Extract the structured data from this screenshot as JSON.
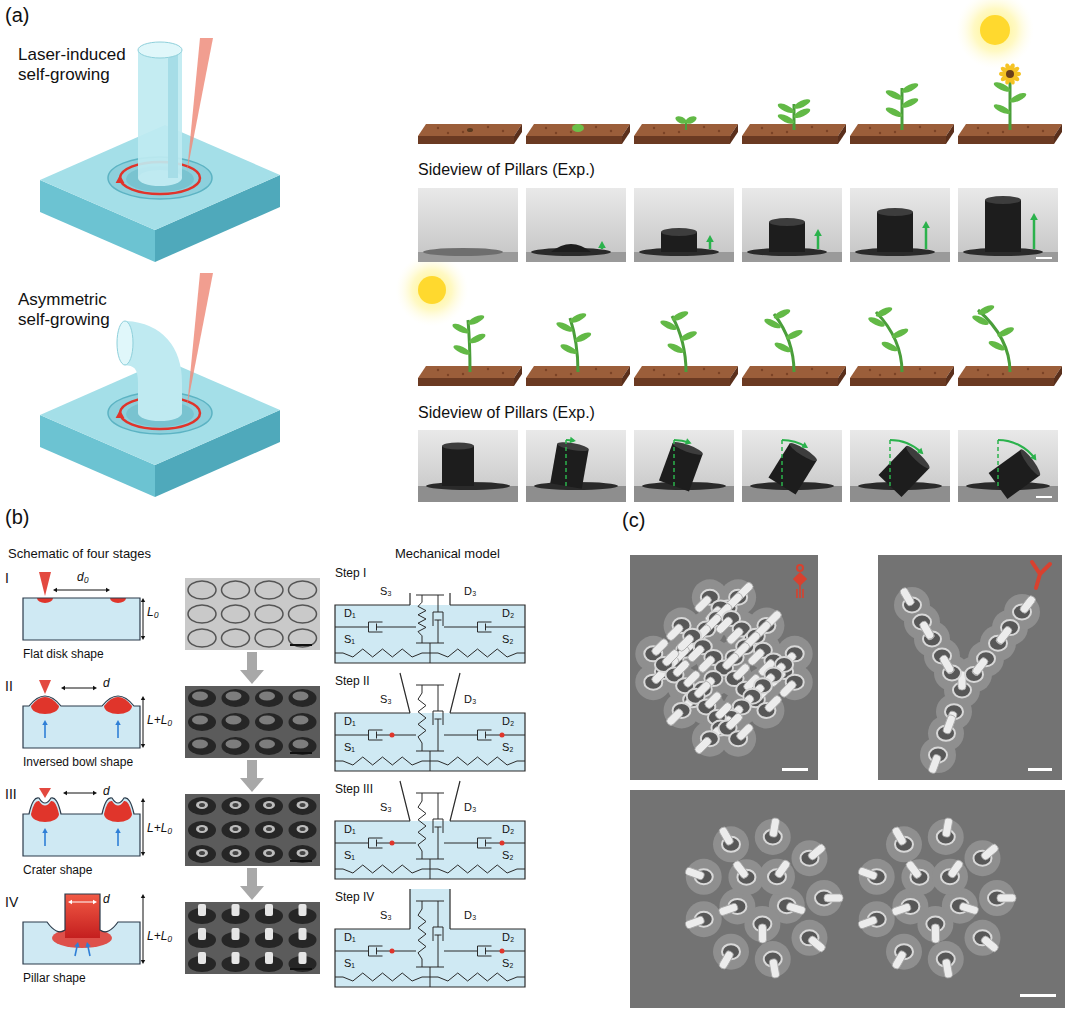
{
  "diagram": {
    "nodes": [
      {
        "text": [
          "I",
          "d₀",
          "L₀",
          "Flat disk shape"
        ]
      },
      {
        "text": [
          "II",
          "d",
          "L+L₀",
          "Inversed bowl shape"
        ]
      },
      {
        "text": [
          "III",
          "d",
          "L+L₀",
          "Crater shape"
        ]
      },
      {
        "text": [
          "IV",
          "d",
          "L+L₀",
          "Pillar shape"
        ]
      },
      {
        "text": [
          "Step I",
          "S₃",
          "D₃",
          "D₁",
          "D₂",
          "S₁",
          "S₂"
        ]
      },
      {
        "text": [
          "Step II",
          "S₃",
          "D₃",
          "D₁",
          "D₂",
          "S₁",
          "S₂"
        ]
      },
      {
        "text": [
          "Step III",
          "S₃",
          "D₃",
          "D₁",
          "D₂",
          "S₁",
          "S₂"
        ]
      },
      {
        "text": [
          "Step IV",
          "S₃",
          "D₃",
          "D₁",
          "D₂",
          "S₁",
          "S₂"
        ]
      }
    ],
    "labels": [
      "(a)",
      "Laser-induced self-growing",
      "Sideview of Pillars (Exp.)",
      "Asymmetric self-growing",
      "Sideview of Pillars (Exp.)",
      "(b)",
      "Schematic of four stages",
      "Mechanical model",
      "(c)"
    ]
  }
}
